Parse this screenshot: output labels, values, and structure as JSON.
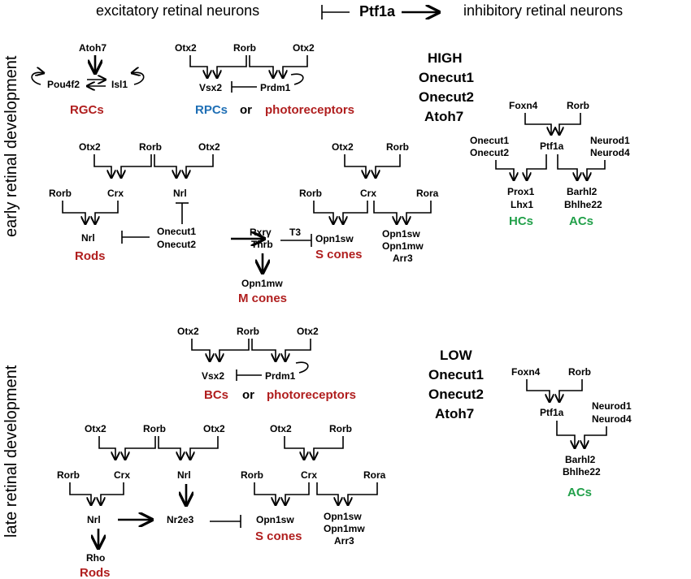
{
  "header": {
    "left": "excitatory retinal neurons",
    "center": "Ptf1a",
    "right": "inhibitory retinal neurons"
  },
  "side_labels": {
    "early": "early retinal development",
    "late": "late retinal development"
  },
  "early": {
    "rgc": {
      "atoh7": "Atoh7",
      "pou4f2": "Pou4f2",
      "isl1": "Isl1",
      "label": "RGCs"
    },
    "rpc": {
      "otx2a": "Otx2",
      "rorb": "Rorb",
      "otx2b": "Otx2",
      "vsx2": "Vsx2",
      "prdm1": "Prdm1",
      "label1": "RPCs",
      "or": "or",
      "label2": "photoreceptors"
    },
    "high": {
      "l1": "HIGH",
      "l2": "Onecut1",
      "l3": "Onecut2",
      "l4": "Atoh7"
    },
    "inhib": {
      "foxn4": "Foxn4",
      "rorb": "Rorb",
      "onecut1": "Onecut1",
      "onecut2": "Onecut2",
      "ptf1a": "Ptf1a",
      "neurod1": "Neurod1",
      "neurod4": "Neurod4",
      "prox1": "Prox1",
      "lhx1": "Lhx1",
      "barhl2": "Barhl2",
      "bhlhe22": "Bhlhe22",
      "hcs": "HCs",
      "acs": "ACs"
    },
    "rod": {
      "otx2a": "Otx2",
      "rorb": "Rorb",
      "otx2b": "Otx2",
      "rorb2": "Rorb",
      "crx": "Crx",
      "nrl_mid": "Nrl",
      "nrl": "Nrl",
      "onecut1": "Onecut1",
      "onecut2": "Onecut2",
      "rods": "Rods",
      "rxrg": "Rxrγ",
      "thrb": "Thrb",
      "opn1mw": "Opn1mw",
      "mcones": "M cones",
      "t3": "T3"
    },
    "scone": {
      "otx2": "Otx2",
      "rorb": "Rorb",
      "rorb2": "Rorb",
      "crx": "Crx",
      "rora": "Rora",
      "opn1sw": "Opn1sw",
      "scones": "S cones",
      "g1": "Opn1sw",
      "g2": "Opn1mw",
      "g3": "Arr3"
    }
  },
  "late": {
    "bc": {
      "otx2a": "Otx2",
      "rorb": "Rorb",
      "otx2b": "Otx2",
      "vsx2": "Vsx2",
      "prdm1": "Prdm1",
      "label1": "BCs",
      "or": "or",
      "label2": "photoreceptors"
    },
    "low": {
      "l1": "LOW",
      "l2": "Onecut1",
      "l3": "Onecut2",
      "l4": "Atoh7"
    },
    "inhib": {
      "foxn4": "Foxn4",
      "rorb": "Rorb",
      "ptf1a": "Ptf1a",
      "neurod1": "Neurod1",
      "neurod4": "Neurod4",
      "barhl2": "Barhl2",
      "bhlhe22": "Bhlhe22",
      "acs": "ACs"
    },
    "rod": {
      "otx2a": "Otx2",
      "rorb": "Rorb",
      "otx2b": "Otx2",
      "rorb2": "Rorb",
      "crx": "Crx",
      "nrl_mid": "Nrl",
      "nrl": "Nrl",
      "nr2e3": "Nr2e3",
      "rho": "Rho",
      "rods": "Rods"
    },
    "scone": {
      "otx2": "Otx2",
      "rorb": "Rorb",
      "rorb2": "Rorb",
      "crx": "Crx",
      "rora": "Rora",
      "opn1sw": "Opn1sw",
      "scones": "S cones",
      "g1": "Opn1sw",
      "g2": "Opn1mw",
      "g3": "Arr3"
    }
  },
  "colors": {
    "neuron_red": "#b01e1e",
    "rpc_blue": "#1f6fb5",
    "inhibitory_green": "#22a04a"
  }
}
